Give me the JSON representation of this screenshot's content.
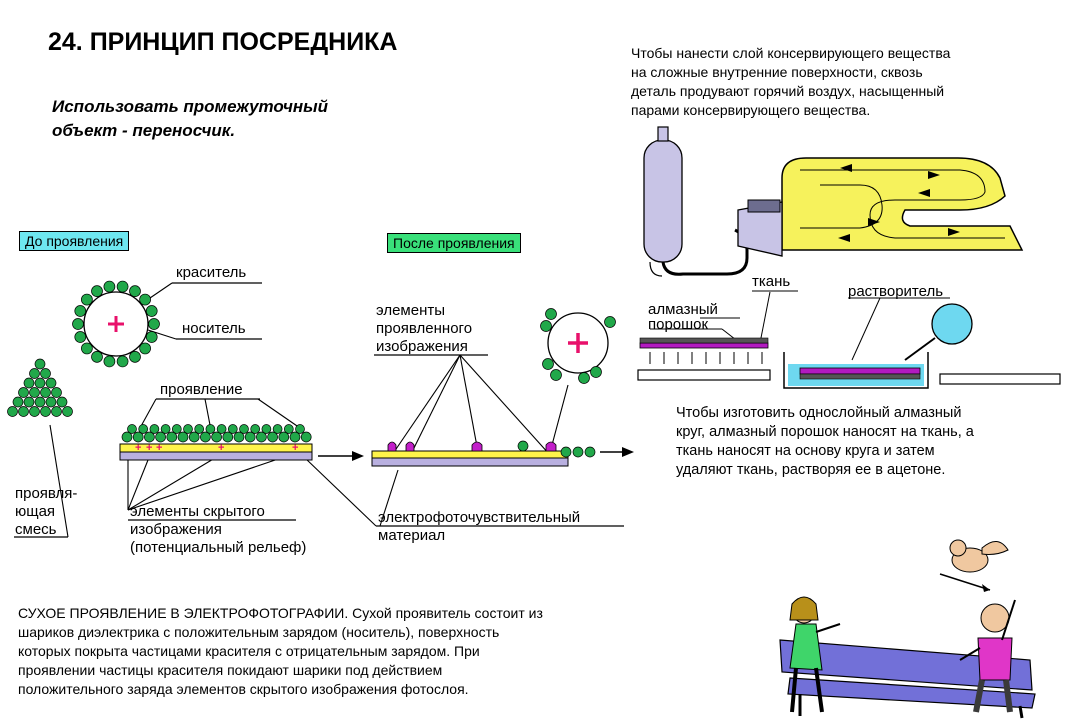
{
  "title": "24. ПРИНЦИП ПОСРЕДНИКА",
  "subtitle_lines": [
    "Использовать промежуточный",
    "объект - переносчик."
  ],
  "top_right_lines": [
    "Чтобы нанести слой консервирующего вещества",
    "на сложные внутренние поверхности, сквозь",
    "деталь продувают горячий воздух, насыщенный",
    "парами консервирующего вещества."
  ],
  "tags": {
    "before": "До проявления",
    "after": "После проявления",
    "before_color": "#6ee7f0",
    "after_color": "#39e07a"
  },
  "labels": {
    "dye": "краситель",
    "carrier": "носитель",
    "development": "проявление",
    "developing_mix": [
      "проявля-",
      "ющая",
      "смесь"
    ],
    "latent_elements": [
      "элементы скрытого",
      "изображения",
      "(потенциальный рельеф)"
    ],
    "developed_elements": [
      "элементы",
      "проявленного",
      "изображения"
    ],
    "material": [
      "электрофоточувствительный",
      "материал"
    ],
    "diamond_powder": [
      "алмазный",
      "порошок"
    ],
    "fabric": "ткань",
    "solvent": "растворитель"
  },
  "diamond_lines": [
    "Чтобы изготовить однослойный алмазный",
    "круг, алмазный порошок наносят на ткань, а",
    "ткань наносят на основу круга и затем",
    "удаляют ткань, растворяя ее в ацетоне."
  ],
  "bottom_lines": [
    "СУХОЕ ПРОЯВЛЕНИЕ В ЭЛЕКТРОФОТОГРАФИИ. Сухой проявитель состоит из",
    "шариков диэлектрика с положительным зарядом (носитель), поверхность",
    "которых покрыта частицами красителя с отрицательным зарядом. При",
    "проявлении частицы красителя покидают шарики под действием",
    "положительного заряда элементов скрытого изображения фотослоя."
  ],
  "colors": {
    "bead": "#21a84a",
    "plus": "#e8116b",
    "layer_yellow": "#fff34a",
    "layer_base": "#b9b0e0",
    "bump": "#c21fc9",
    "pipe_yellow": "#f6f25c",
    "cylinder": "#c8c4e6",
    "tray": "#6ed8f0",
    "fabric": "#b21ac0"
  }
}
